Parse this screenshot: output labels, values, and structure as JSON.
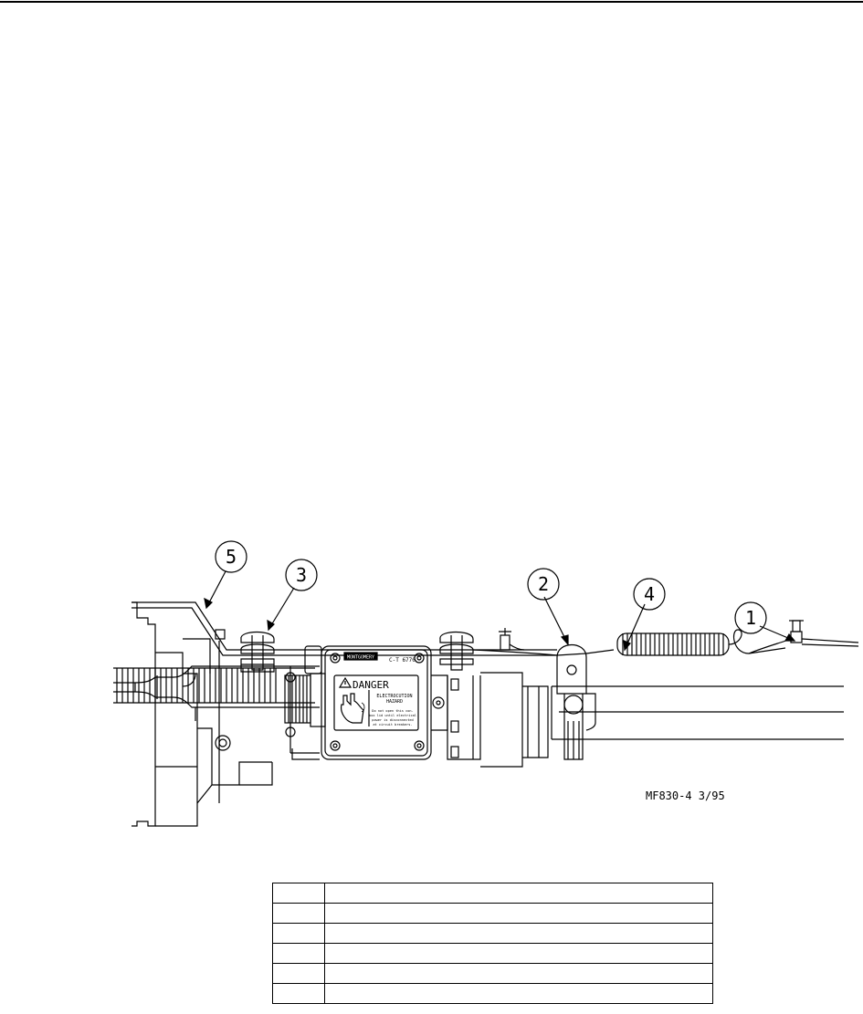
{
  "figure": {
    "callouts": [
      "1",
      "2",
      "3",
      "4",
      "5"
    ],
    "danger_label": "DANGER",
    "hazard_line1": "ELECTROCUTION",
    "hazard_line2": "HAZARD",
    "warning_text": [
      "Do not open this con-",
      "box lid until electrical",
      "power is disconnected",
      "at circuit breakers."
    ],
    "brand_plate": "MONTGOMERY",
    "part_number": "C-T 6770",
    "drawing_ref": "MF830-4  3/95"
  },
  "legend": {
    "rows": [
      [
        "",
        ""
      ],
      [
        "",
        ""
      ],
      [
        "",
        ""
      ],
      [
        "",
        ""
      ],
      [
        "",
        ""
      ],
      [
        "",
        ""
      ]
    ]
  }
}
